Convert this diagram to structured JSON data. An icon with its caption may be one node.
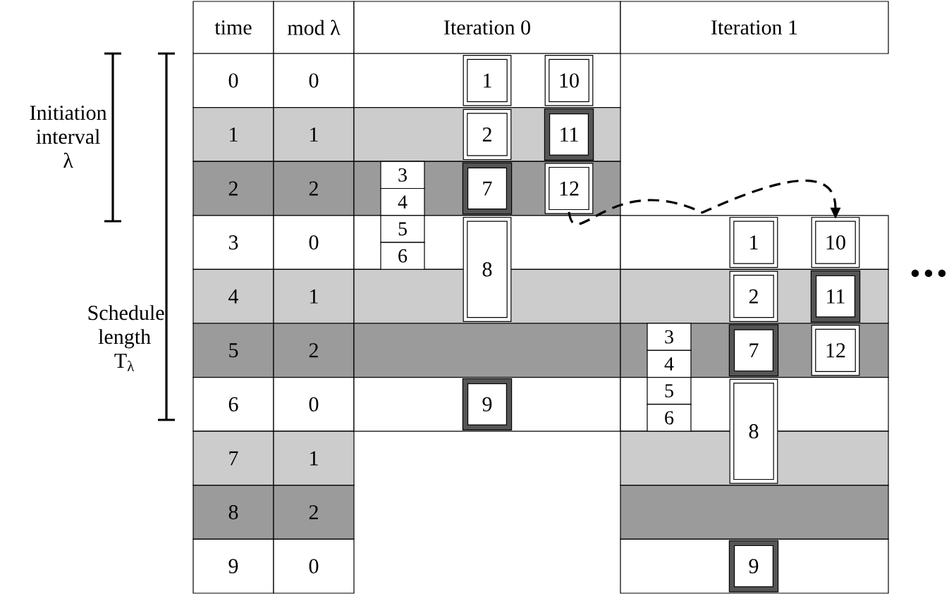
{
  "diagram": {
    "nodes": [
      {
        "text": [
          "1"
        ]
      },
      {
        "text": [
          "2"
        ]
      },
      {
        "text": [
          "3"
        ]
      },
      {
        "text": [
          "4"
        ]
      },
      {
        "text": [
          "5"
        ]
      },
      {
        "text": [
          "6"
        ]
      },
      {
        "text": [
          "7"
        ]
      },
      {
        "text": [
          "8"
        ]
      },
      {
        "text": [
          "9"
        ]
      },
      {
        "text": [
          "10"
        ]
      },
      {
        "text": [
          "11"
        ]
      },
      {
        "text": [
          "12"
        ]
      },
      {
        "text": [
          "1"
        ]
      },
      {
        "text": [
          "2"
        ]
      },
      {
        "text": [
          "3"
        ]
      },
      {
        "text": [
          "4"
        ]
      },
      {
        "text": [
          "5"
        ]
      },
      {
        "text": [
          "6"
        ]
      },
      {
        "text": [
          "7"
        ]
      },
      {
        "text": [
          "8"
        ]
      },
      {
        "text": [
          "9"
        ]
      },
      {
        "text": [
          "10"
        ]
      },
      {
        "text": [
          "11"
        ]
      },
      {
        "text": [
          "12"
        ]
      }
    ],
    "edges": [
      {
        "from": 11,
        "to": 21,
        "arrow": "to",
        "style": "dashed"
      }
    ],
    "labels": [
      "time",
      "mod λ",
      "Iteration 0",
      "Iteration 1",
      "Initiation interval λ",
      "Schedule length T$_{λ}$",
      "0",
      "0",
      "1",
      "1",
      "2",
      "2",
      "3",
      "0",
      "4",
      "1",
      "5",
      "2",
      "6",
      "0",
      "7",
      "1",
      "8",
      "2",
      "9",
      "0"
    ]
  }
}
